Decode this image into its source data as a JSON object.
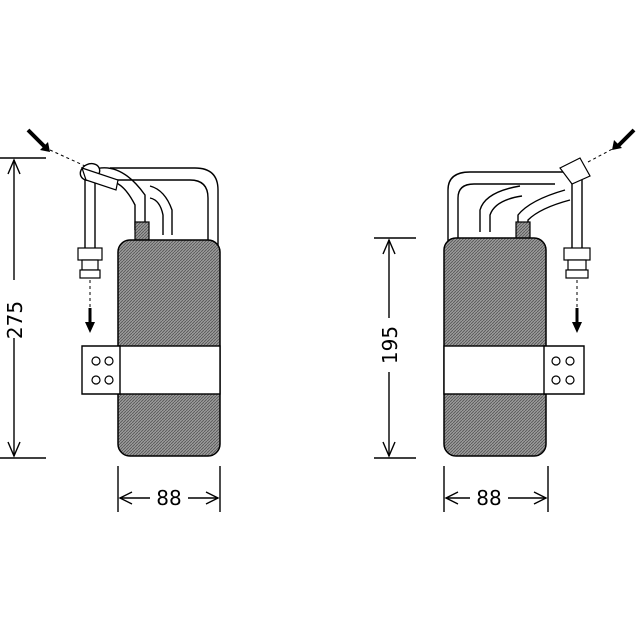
{
  "dimensions": {
    "left_height": "275",
    "right_height": "195",
    "left_width": "88",
    "right_width": "88"
  },
  "colors": {
    "line": "#000000",
    "body_fill": "#8a8a8a",
    "background": "#ffffff"
  }
}
